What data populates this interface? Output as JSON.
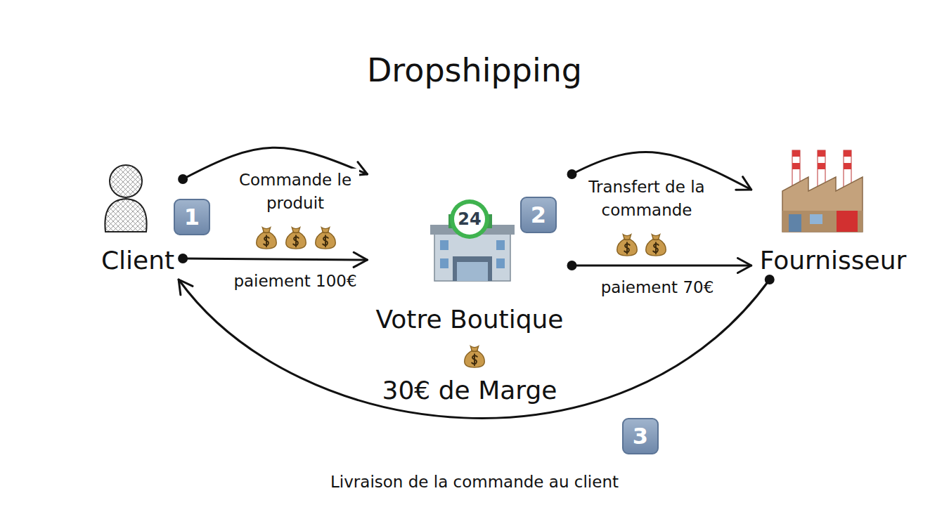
{
  "diagram": {
    "title": "Dropshipping",
    "nodes": [
      {
        "text": [
          "Client"
        ]
      },
      {
        "text": [
          "Votre Boutique",
          "30€ de Marge"
        ]
      },
      {
        "text": [
          "Fournisseur"
        ]
      }
    ],
    "edges": [
      {
        "from": 0,
        "to": 1,
        "arrow": "to",
        "label": "Commande le produit"
      },
      {
        "from": 0,
        "to": 1,
        "arrow": "to",
        "label": "paiement 100€"
      },
      {
        "from": 1,
        "to": 2,
        "arrow": "to",
        "label": "Transfert de la commande"
      },
      {
        "from": 1,
        "to": 2,
        "arrow": "to",
        "label": "paiement 70€"
      },
      {
        "from": 2,
        "to": 0,
        "arrow": "to",
        "label": "Livraison de la commande au client"
      }
    ],
    "labels": [
      "1",
      "2",
      "24",
      "3"
    ]
  }
}
